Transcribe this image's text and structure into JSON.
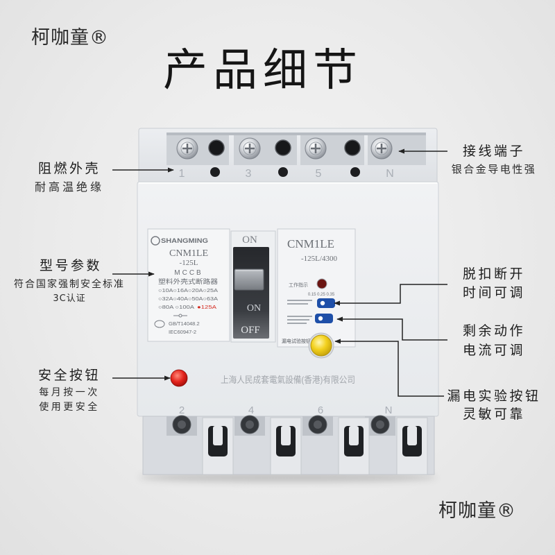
{
  "brand": {
    "top_left": "柯咖童®",
    "bottom_right": "柯咖童®"
  },
  "title": "产品细节",
  "callouts": {
    "shell": {
      "title": "阻燃外壳",
      "subtitle": "耐高温绝缘"
    },
    "model": {
      "title": "型号参数",
      "subtitle": "符合国家强制安全标准",
      "certification": "3C认证"
    },
    "safety_button": {
      "title": "安全按钮",
      "line1": "每月按一次",
      "line2": "使用更安全"
    },
    "terminals": {
      "title": "接线端子",
      "subtitle": "银合金导电性强"
    },
    "trip_time": {
      "title": "脱扣断开",
      "subtitle": "时间可调"
    },
    "residual_current": {
      "title": "剩余动作",
      "subtitle": "电流可调"
    },
    "leakage_test": {
      "title": "漏电实验按钮",
      "subtitle": "灵敏可靠"
    }
  },
  "breaker": {
    "top_terminals": [
      "1",
      "3",
      "5",
      "N"
    ],
    "bottom_terminals": [
      "2",
      "4",
      "6",
      "N"
    ],
    "nameplate": {
      "logo": "SHANGMING",
      "model": "CNM1LE",
      "frame": "-125L",
      "type": "MCCB",
      "description": "塑料外壳式断路器",
      "ratings": [
        "○10A○16A○20A○25A",
        "○32A○40A○50A○63A",
        "○80A ○100A"
      ],
      "selected_rating": "●125A",
      "standard_1": "GB/T14048.2",
      "standard_2": "IEC60947-2"
    },
    "handle": {
      "top_label": "ON",
      "on_label": "ON",
      "off_label": "OFF"
    },
    "rcd_panel": {
      "model": "CNM1LE",
      "spec": "-125L/4300",
      "indicator_label": "工作指示",
      "sensitivity_values": "0.15 0.25 0.35",
      "test_button_label": "漏电试验按钮"
    },
    "manufacturer": "上海人民成套電氣設備(香港)有限公司",
    "colors": {
      "housing": "#e6e9ec",
      "test_button": "#f3d11e",
      "safety_button": "#e3231c",
      "adjust_dials": "#1e4fa8",
      "indicator_lamp": "#6b1512",
      "selected_rating": "#d42a1f"
    }
  }
}
